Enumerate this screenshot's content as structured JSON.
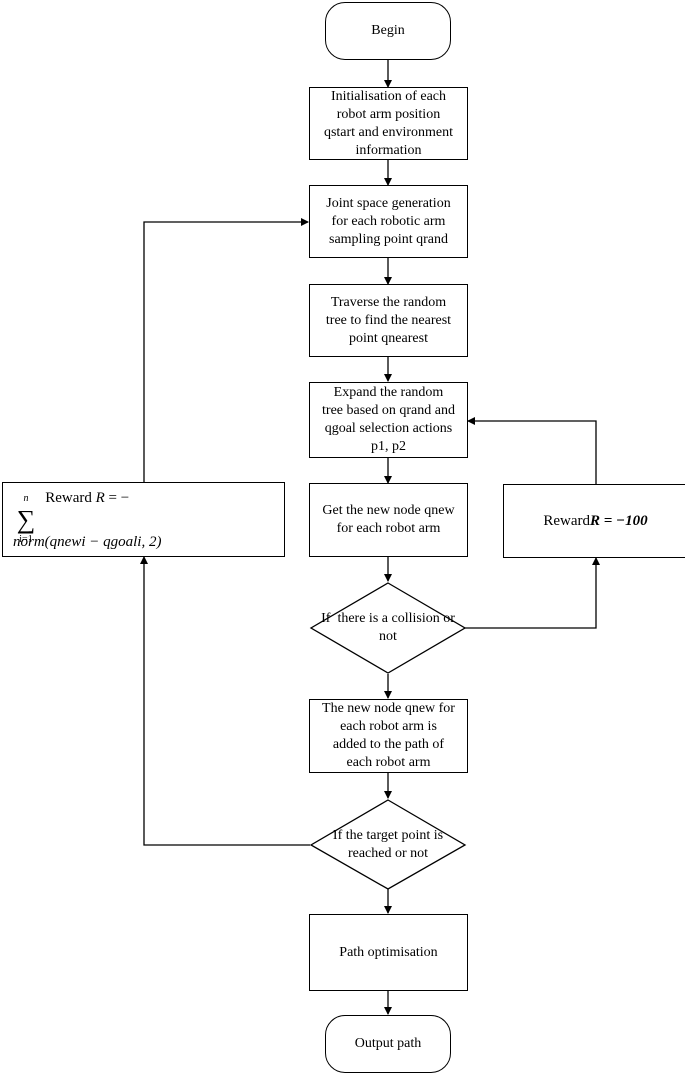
{
  "nodes": {
    "begin": "Begin",
    "init": [
      "Initialisation of each",
      "robot arm position",
      "qstart and environment",
      "information"
    ],
    "joint": [
      "Joint space generation",
      "for each robotic arm",
      "sampling point qrand"
    ],
    "traverse": [
      "Traverse the random",
      "tree to find the nearest",
      "point qnearest"
    ],
    "expand": [
      "Expand the random",
      "tree based on qrand and",
      "qgoal selection actions",
      "p1, p2"
    ],
    "getnode": [
      "Get the new node qnew",
      "for each robot arm"
    ],
    "collision": [
      "If  there is a",
      "collision or not"
    ],
    "added": [
      "The new node qnew for",
      "each robot arm is",
      "added to the path of",
      "each robot arm"
    ],
    "target": [
      "If the target point",
      "is reached or not"
    ],
    "optimise": "Path optimisation",
    "output": "Output path"
  },
  "reward_left": {
    "label": "Reward",
    "var": "R",
    "eq": "= −",
    "sum_sup": "n",
    "sum_sub": "i=1",
    "expr": "norm(qnewi − qgoali, 2)"
  },
  "reward_right": {
    "label": "Reward",
    "value": "R = −100"
  }
}
